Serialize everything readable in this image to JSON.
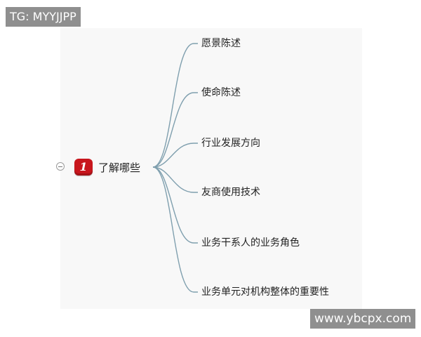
{
  "watermark_top": "TG: MYYJJPP",
  "watermark_bottom": "www.ybcpx.com",
  "root": {
    "badge": "1",
    "label": "了解哪些"
  },
  "branches": [
    "愿景陈述",
    "使命陈述",
    "行业发展方向",
    "友商使用技术",
    "业务干系人的业务角色",
    "业务单元对机构整体的重要性"
  ],
  "colors": {
    "connector": "#7f9fae",
    "badge": "#c8161d",
    "watermark_bg": "#8f8f8f",
    "canvas_bg": "#f8f8f8"
  }
}
